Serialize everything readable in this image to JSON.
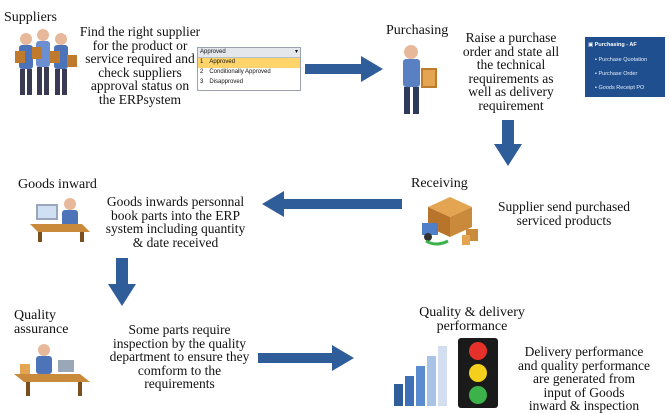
{
  "steps": {
    "suppliers": {
      "title": "Suppliers",
      "text": [
        "Find the right supplier",
        "for the product or",
        "service required and",
        "check suppliers",
        "approval status on",
        "the ERPsystem"
      ],
      "icon": "people-group-icon"
    },
    "purchasing": {
      "title": "Purchasing",
      "text": [
        "Raise a purchase",
        "order and state all",
        "the technical",
        "requirements as",
        "well as delivery",
        "requirement"
      ],
      "icon": "buyer-person-icon"
    },
    "receiving": {
      "title": "Receiving",
      "text": [
        "Supplier send purchased",
        "serviced products"
      ],
      "icon": "truck-boxes-icon"
    },
    "goods_inward": {
      "title": "Goods inward",
      "text": [
        "Goods inwards personnal",
        "book parts into the ERP",
        "system including quantity",
        "& date received"
      ],
      "icon": "clerk-computer-icon"
    },
    "quality_assurance": {
      "title_lines": [
        "Quality",
        "assurance"
      ],
      "text": [
        "Some parts require",
        "inspection by the quality",
        "department to ensure they",
        "comform to the",
        "requirements"
      ],
      "icon": "inspector-workstation-icon"
    },
    "quality_performance": {
      "title_lines": [
        "Quality & delivery",
        "performance"
      ],
      "text": [
        "Delivery performance",
        "and quality performance",
        "are generated from",
        "input of Goods",
        "inward & inspection"
      ],
      "icon": "bar-chart-traffic-light-icon"
    }
  },
  "approval_dropdown": {
    "header": "Approved",
    "rows": [
      {
        "num": "1",
        "label": "Approved"
      },
      {
        "num": "2",
        "label": "Conditionally Approved"
      },
      {
        "num": "3",
        "label": "Disapproved"
      }
    ]
  },
  "purchasing_menu": {
    "title": "Purchasing - AF",
    "items": [
      "Purchase Quotation",
      "Purchase Order",
      "Goods Receipt PO"
    ]
  },
  "colors": {
    "arrow": "#2f5d9a",
    "menu_bg": "#1f4f8f",
    "dropdown_highlight": "#ffd46b",
    "traffic_light_red": "#e5312a",
    "traffic_light_yellow": "#f4d01c",
    "traffic_light_green": "#3bb24a"
  }
}
